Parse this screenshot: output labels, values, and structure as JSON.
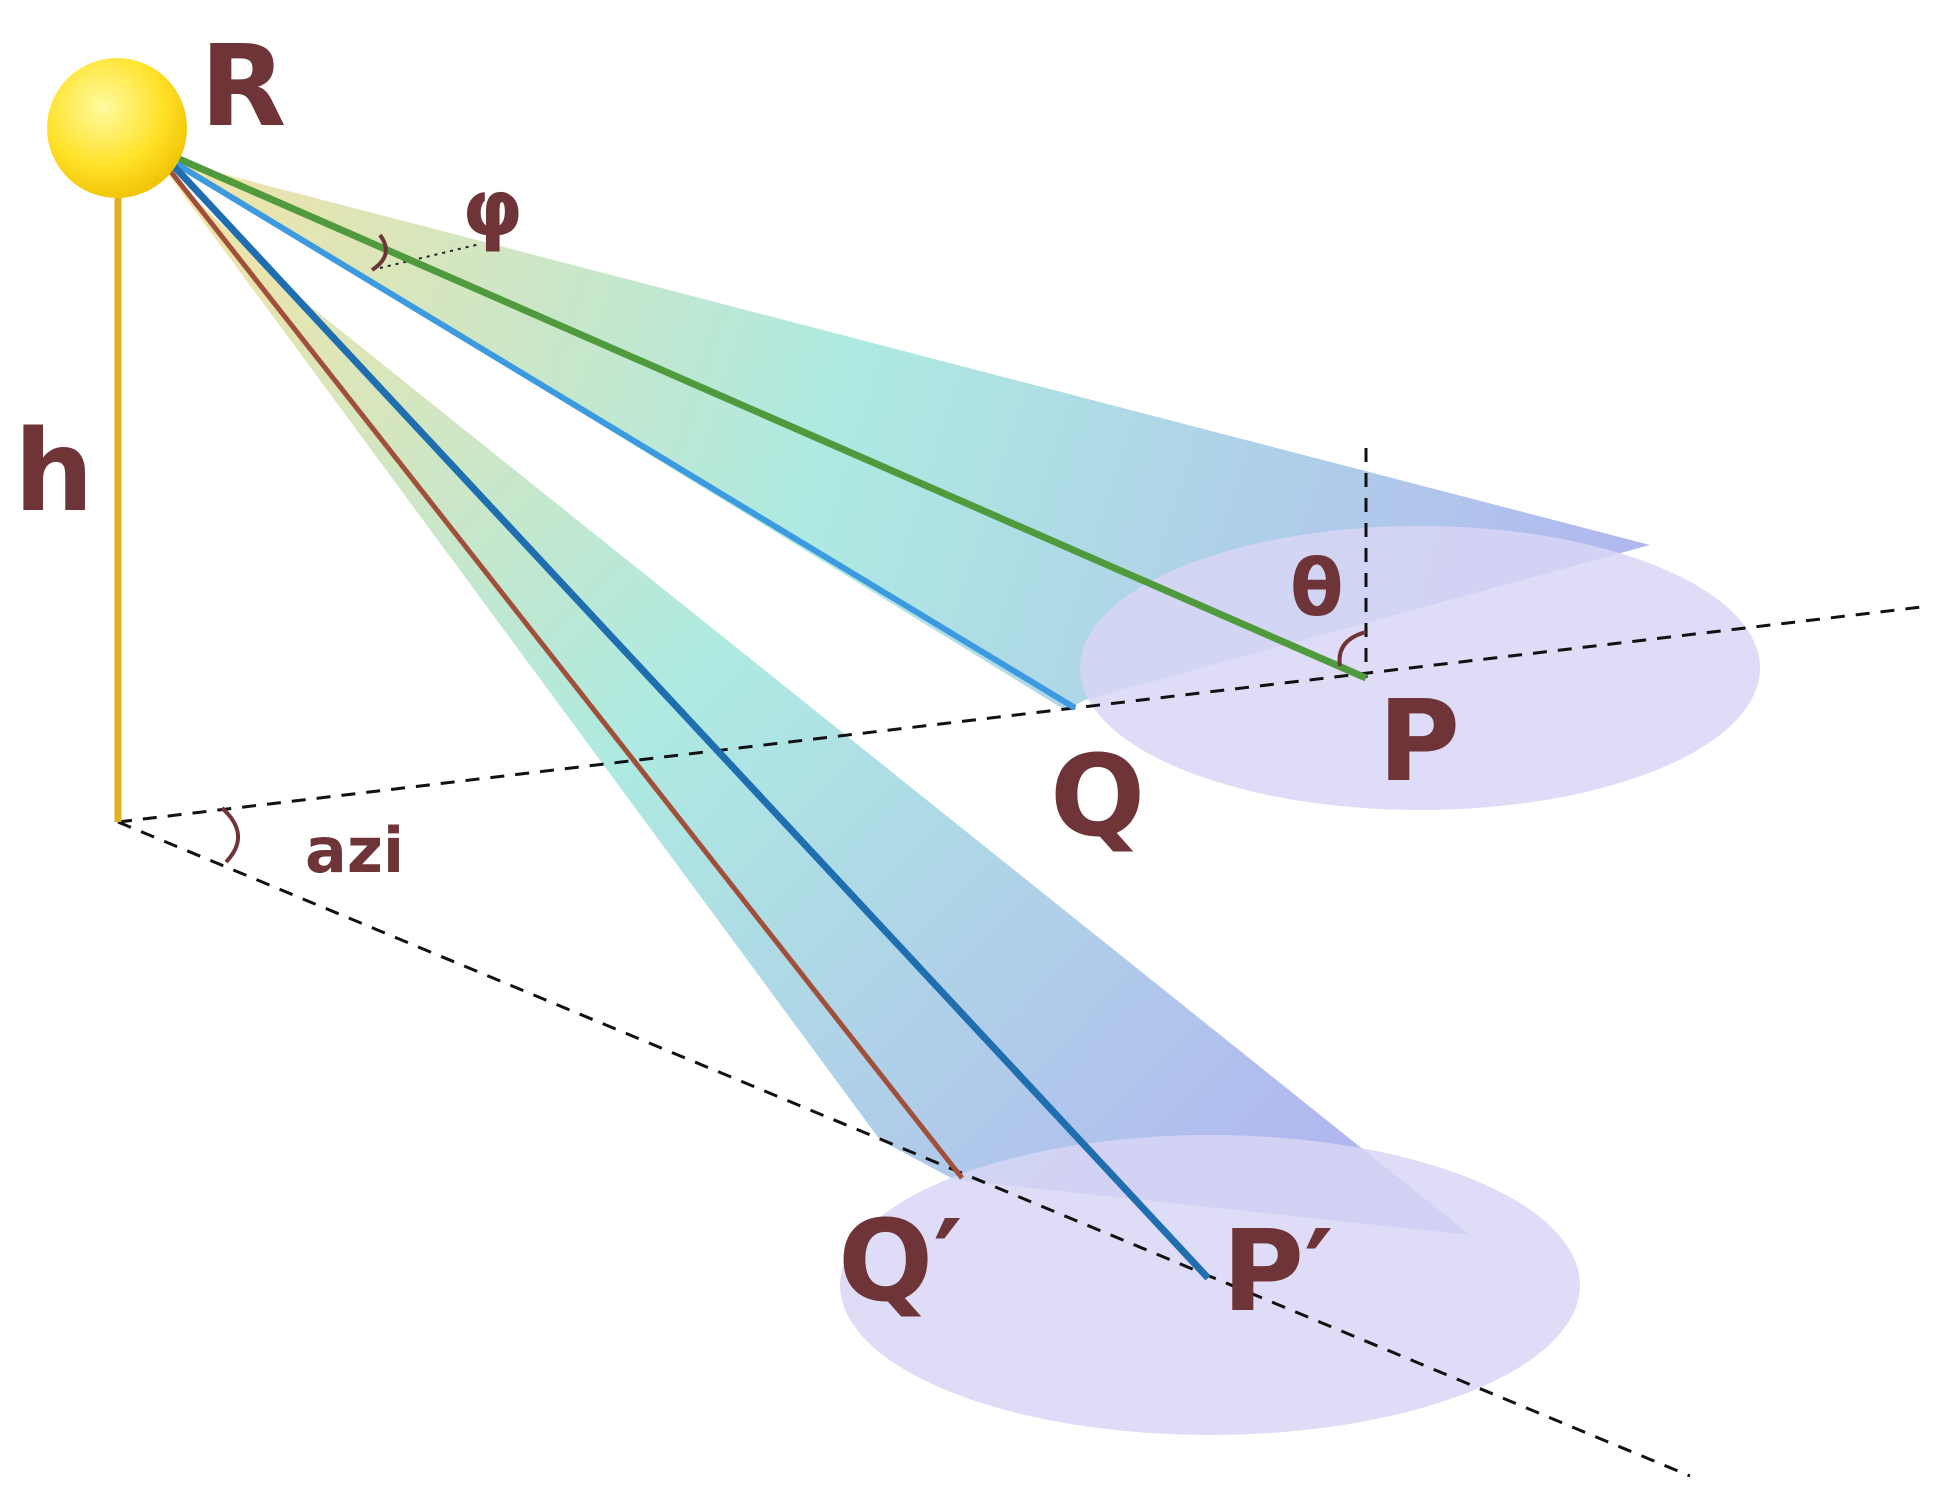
{
  "labels": {
    "R": "R",
    "h": "h",
    "phi": "φ",
    "theta": "θ",
    "P": "P",
    "Q": "Q",
    "azi": "azi",
    "Q_prime": "Q′",
    "P_prime": "P′"
  },
  "colors": {
    "label": "#6e3438",
    "sun": "#ffe22a",
    "pole": "#e0b020",
    "green_ray": "#4e9a3c",
    "light_blue_ray": "#3c9ae0",
    "blue_ray": "#1e6eb0",
    "brown_ray": "#a0503a",
    "beam_start": "#f3e09a",
    "beam_mid": "#9fe6dc",
    "beam_end": "#a9a9f0",
    "ellipse": "#d8d6f5"
  }
}
